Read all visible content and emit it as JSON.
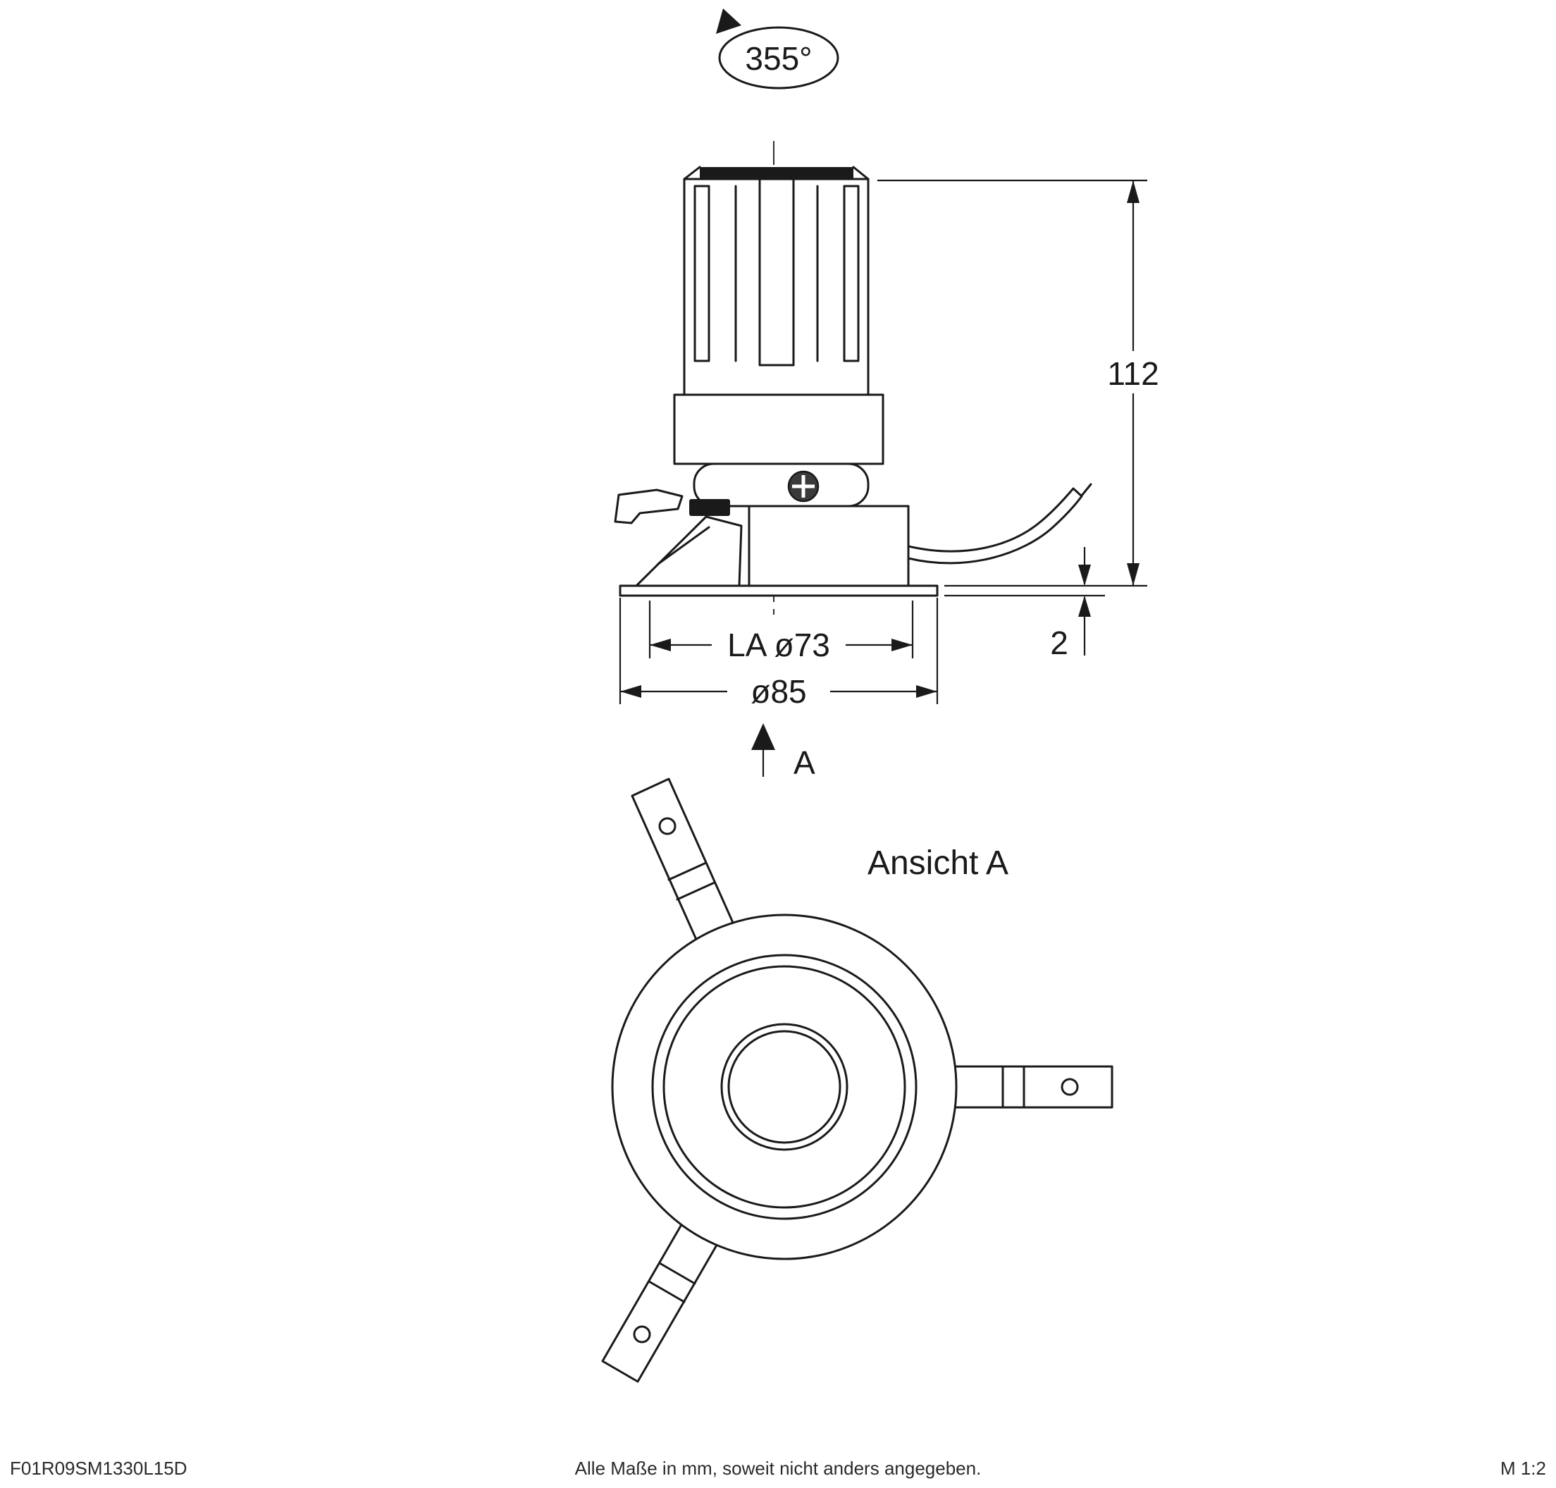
{
  "drawing": {
    "rotation_label": "355°",
    "dim_height": "112",
    "dim_flange_thickness": "2",
    "dim_cutout": "LA ø73",
    "dim_outer": "ø85",
    "view_arrow_label": "A",
    "view_label": "Ansicht A"
  },
  "footer": {
    "part_number": "F01R09SM1330L15D",
    "note": "Alle Maße in mm, soweit nicht anders angegeben.",
    "scale": "M 1:2"
  },
  "colors": {
    "line": "#1a1a1a",
    "background": "#ffffff"
  }
}
